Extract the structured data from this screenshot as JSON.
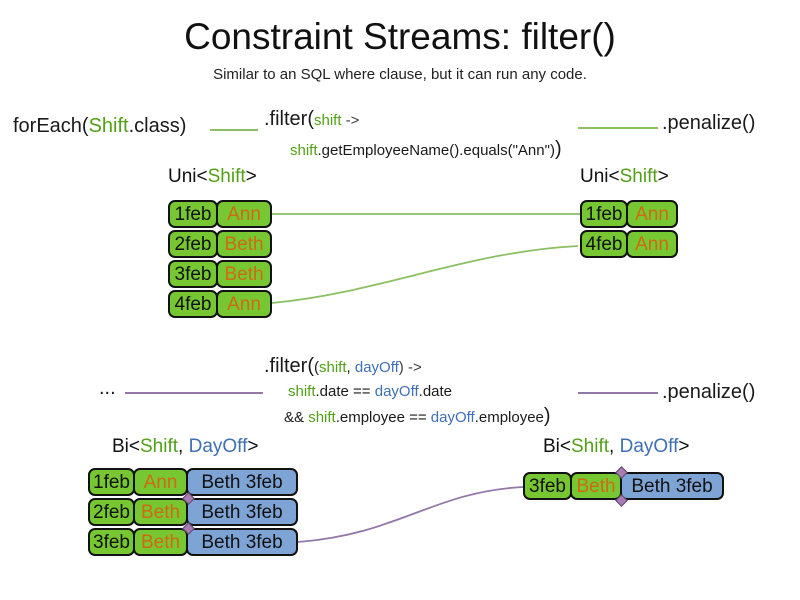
{
  "title": "Constraint Streams: filter()",
  "subtitle": "Similar to an SQL where clause, but it can run any code.",
  "colors": {
    "code_green": "#52a017",
    "code_blue": "#3f6fb5",
    "cell_green": "#76c732",
    "cell_blue": "#7da4d4",
    "name_orange": "#d06a12",
    "line_green": "#8cbf63",
    "line_purple": "#9377a8"
  },
  "code_top": {
    "foreach_pre": "forEach(",
    "foreach_class": "Shift",
    "foreach_post": ".class)",
    "filter_open": ".filter(",
    "filter_param": "shift",
    "filter_arrow": " ->",
    "body_param": "shift",
    "body_rest": ".getEmployeeName().equals(\"Ann\")",
    "close_paren": ")",
    "penalize": ".penalize()"
  },
  "code_bottom": {
    "source": "...",
    "filter_open": ".filter(",
    "paren_open": "(",
    "param1": "shift",
    "comma": ", ",
    "param2": "dayOff",
    "paren_close_arrow": ") ->",
    "l1_param": "shift",
    "l1_mid": ".date == ",
    "l1_param2": "dayOff",
    "l1_end": ".date",
    "l2_start": "&& ",
    "l2_param": "shift",
    "l2_mid": ".employee == ",
    "l2_param2": "dayOff",
    "l2_end": ".employee",
    "close_paren": ")",
    "penalize": ".penalize()"
  },
  "labels": {
    "uni": {
      "pre": "Uni<",
      "type1": "Shift",
      "post": ">"
    },
    "bi": {
      "pre": "Bi<",
      "type1": "Shift",
      "comma": ", ",
      "type2": "DayOff",
      "post": ">"
    }
  },
  "tables": {
    "top_left": {
      "rows": [
        {
          "date": "1feb",
          "name": "Ann"
        },
        {
          "date": "2feb",
          "name": "Beth"
        },
        {
          "date": "3feb",
          "name": "Beth"
        },
        {
          "date": "4feb",
          "name": "Ann"
        }
      ]
    },
    "top_right": {
      "rows": [
        {
          "date": "1feb",
          "name": "Ann"
        },
        {
          "date": "4feb",
          "name": "Ann"
        }
      ]
    },
    "bottom_left": {
      "rows": [
        {
          "date": "1feb",
          "name": "Ann",
          "pair": "Beth 3feb"
        },
        {
          "date": "2feb",
          "name": "Beth",
          "pair": "Beth 3feb"
        },
        {
          "date": "3feb",
          "name": "Beth",
          "pair": "Beth 3feb"
        }
      ]
    },
    "bottom_right": {
      "rows": [
        {
          "date": "3feb",
          "name": "Beth",
          "pair": "Beth 3feb"
        }
      ]
    }
  }
}
